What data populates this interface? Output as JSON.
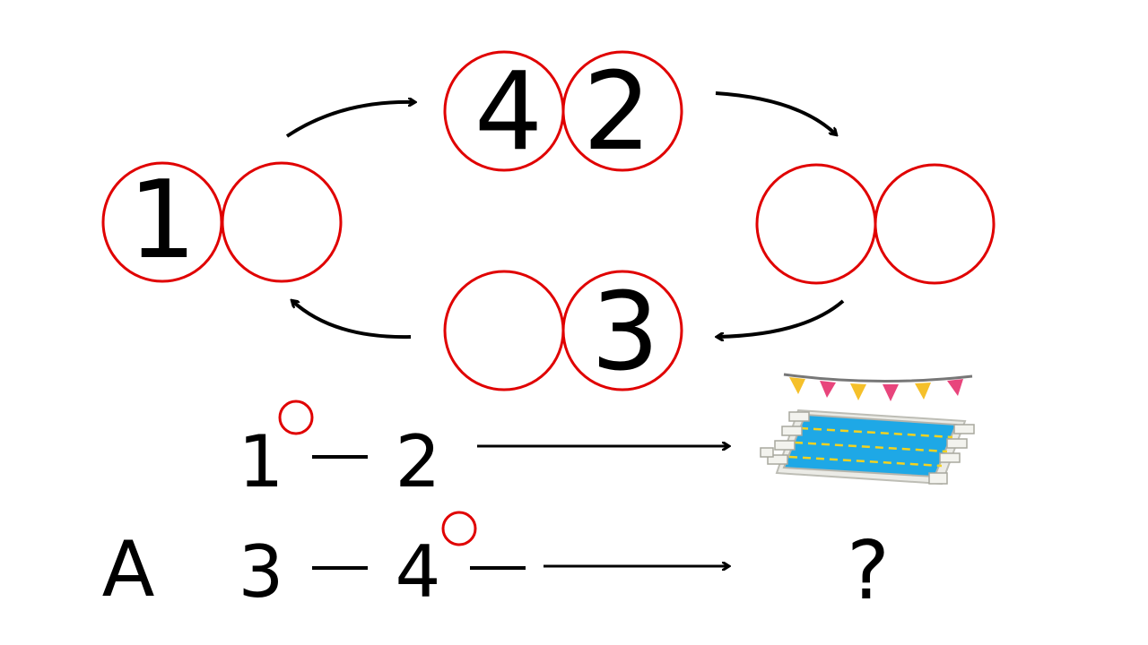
{
  "colors": {
    "circle_stroke": "#e00000",
    "text": "#000000",
    "arrow": "#000000",
    "pool_water": "#1ea8e6",
    "pool_lane": "#f3d21f",
    "flag_yellow": "#f5c02a",
    "flag_pink": "#e8457c"
  },
  "puzzle": {
    "top_left": "4",
    "top_right": "2",
    "left_left": "1",
    "left_right": "",
    "right_left": "",
    "right_right": "",
    "bottom_left": "",
    "bottom_right": "3"
  },
  "clues": {
    "row1": {
      "first": "1",
      "dash": "—",
      "second": "2",
      "answer_icon": "swimming-pool-icon"
    },
    "row2": {
      "label": "A",
      "first": "3",
      "dash": "—",
      "second": "4",
      "trailing_dash": "—",
      "answer": "?"
    }
  }
}
